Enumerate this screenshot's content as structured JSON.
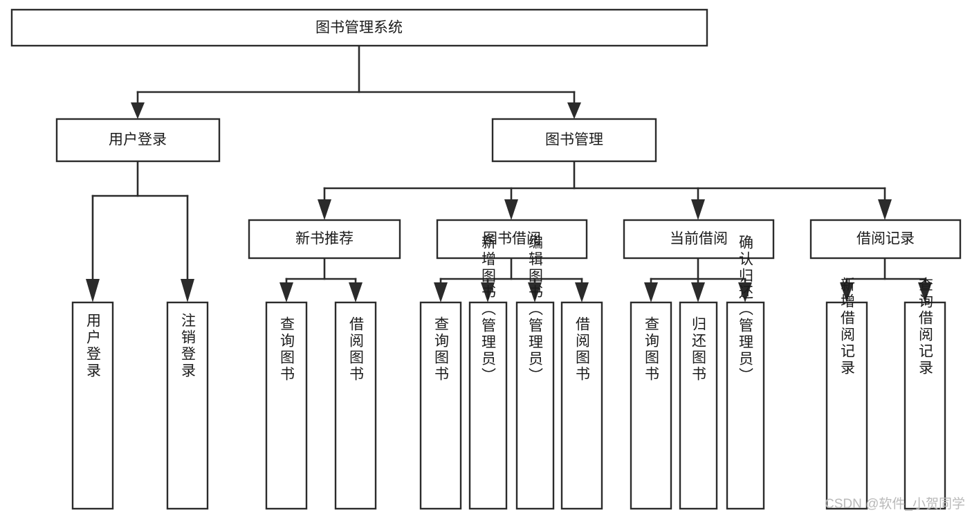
{
  "diagram": {
    "title": "图书管理系统",
    "type": "tree-hierarchy",
    "root": {
      "label": "图书管理系统"
    },
    "level1": [
      {
        "label": "用户登录"
      },
      {
        "label": "图书管理"
      }
    ],
    "level2": [
      {
        "label": "新书推荐",
        "parent": "图书管理"
      },
      {
        "label": "图书借阅",
        "parent": "图书管理"
      },
      {
        "label": "当前借阅",
        "parent": "图书管理"
      },
      {
        "label": "借阅记录",
        "parent": "图书管理"
      }
    ],
    "leaves": [
      {
        "label": "用户登录",
        "parent": "用户登录"
      },
      {
        "label": "注销登录",
        "parent": "用户登录"
      },
      {
        "label": "查询图书",
        "parent": "新书推荐"
      },
      {
        "label": "借阅图书",
        "parent": "新书推荐"
      },
      {
        "label": "查询图书",
        "parent": "图书借阅"
      },
      {
        "label": "新增图书（管理员）",
        "parent": "图书借阅"
      },
      {
        "label": "编辑图书（管理员）",
        "parent": "图书借阅"
      },
      {
        "label": "借阅图书",
        "parent": "图书借阅"
      },
      {
        "label": "查询图书",
        "parent": "当前借阅"
      },
      {
        "label": "归还图书",
        "parent": "当前借阅"
      },
      {
        "label": "确认归还（管理员）",
        "parent": "当前借阅"
      },
      {
        "label": "新增借阅记录",
        "parent": "借阅记录"
      },
      {
        "label": "查询借阅记录",
        "parent": "借阅记录"
      }
    ],
    "colors": {
      "box_stroke": "#2b2b2b",
      "box_fill": "#ffffff",
      "connector": "#2b2b2b",
      "text": "#1b1b1b",
      "watermark": "#b9b9b9",
      "background": "#ffffff"
    }
  },
  "watermark": {
    "text": "CSDN @软件_小贺同学"
  }
}
